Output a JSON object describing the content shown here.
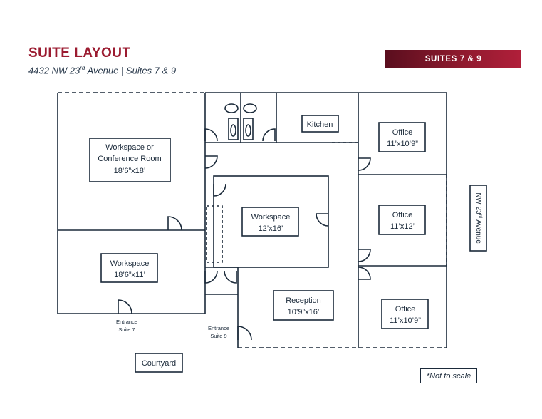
{
  "header": {
    "title": "SUITE LAYOUT",
    "subtitle_prefix": "4432 NW 23",
    "subtitle_sup": "rd",
    "subtitle_suffix": " Avenue | Suites 7 & 9",
    "badge": "SUITES 7 & 9"
  },
  "rooms": {
    "workspace_conf": {
      "line1": "Workspace or",
      "line2": "Conference Room",
      "dims": "18’6”x18’"
    },
    "workspace_lower": {
      "name": "Workspace",
      "dims": "18’6”x11’"
    },
    "workspace_center": {
      "name": "Workspace",
      "dims": "12’x16’"
    },
    "kitchen": {
      "name": "Kitchen"
    },
    "office_top": {
      "name": "Office",
      "dims": "11’x10’9”"
    },
    "office_mid": {
      "name": "Office",
      "dims": "11’x12’"
    },
    "office_bottom": {
      "name": "Office",
      "dims": "11’x10’9”"
    },
    "reception": {
      "name": "Reception",
      "dims": "10’9”x16’"
    }
  },
  "labels": {
    "entrance7_line1": "Entrance",
    "entrance7_line2": "Suite 7",
    "entrance9_line1": "Entrance",
    "entrance9_line2": "Suite 9",
    "courtyard": "Courtyard",
    "street": "NW 23",
    "street_sup": "rd",
    "street_suffix": " Avenue",
    "note": "*Not to scale"
  },
  "colors": {
    "brand": "#9b1b30",
    "line": "#1b2a3a"
  }
}
